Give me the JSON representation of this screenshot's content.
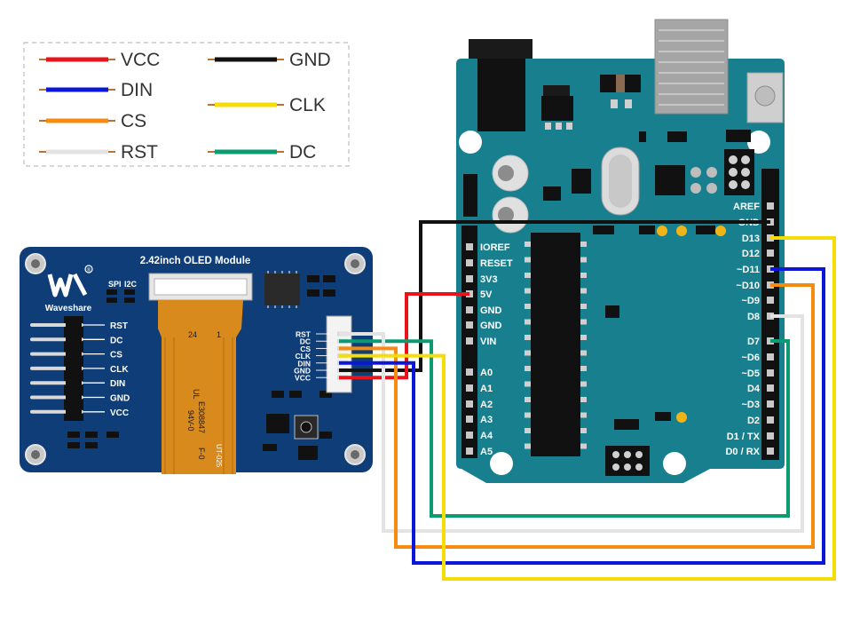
{
  "legend": [
    {
      "label": "VCC",
      "color": "#e8141b"
    },
    {
      "label": "DIN",
      "color": "#0a17d8"
    },
    {
      "label": "CS",
      "color": "#f68b10"
    },
    {
      "label": "RST",
      "color": "#e3e3e3"
    },
    {
      "label": "GND",
      "color": "#111111"
    },
    {
      "label": "CLK",
      "color": "#f7dd06"
    },
    {
      "label": "DC",
      "color": "#0a9b72"
    }
  ],
  "oled": {
    "title": "2.42inch OLED Module",
    "brand": "Waveshare",
    "brand_mark": "®",
    "mode_spi": "SPI",
    "mode_i2c": "I2C",
    "pins_left": [
      "RST",
      "DC",
      "CS",
      "CLK",
      "DIN",
      "GND",
      "VCC"
    ],
    "pins_right": [
      "RST",
      "DC",
      "CS",
      "CLK",
      "DIN",
      "GND",
      "VCC"
    ],
    "fpc_text": [
      "E308847",
      "F-0",
      "94V-0",
      "UL",
      "24",
      "1"
    ],
    "corner_text": "UT-025"
  },
  "arduino": {
    "left_header": [
      "IOREF",
      "RESET",
      "3V3",
      "5V",
      "GND",
      "GND",
      "VIN",
      "A0",
      "A1",
      "A2",
      "A3",
      "A4",
      "A5"
    ],
    "right_header": [
      "AREF",
      "GND",
      "D13",
      "D12",
      "~D11",
      "~D10",
      "~D9",
      "D8",
      "D7",
      "~D6",
      "~D5",
      "D4",
      "~D3",
      "D2",
      "D1 / TX",
      "D0 / RX"
    ]
  },
  "colors": {
    "board_blue": "#0f3d78",
    "arduino_teal": "#177f8e",
    "fpc_orange": "#d98a1c",
    "header_black": "#111111"
  }
}
